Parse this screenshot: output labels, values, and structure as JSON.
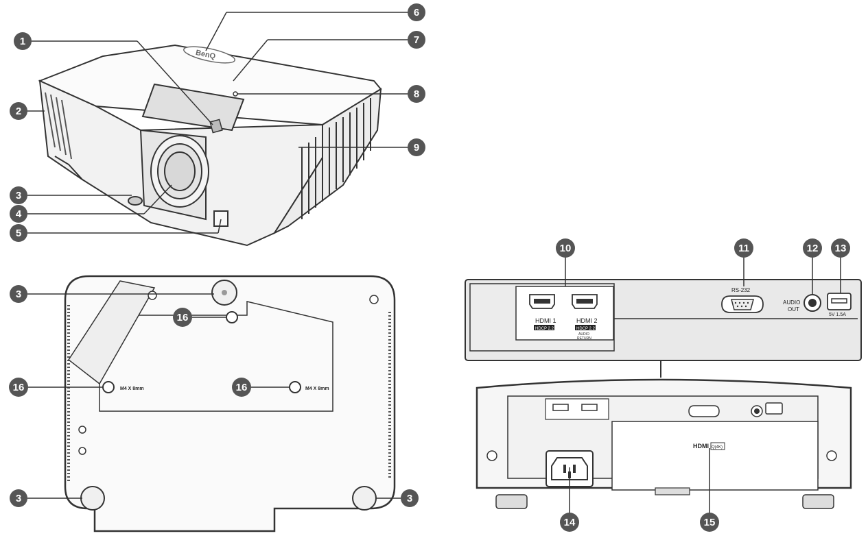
{
  "callouts": [
    "1",
    "2",
    "3",
    "4",
    "5",
    "6",
    "7",
    "8",
    "9",
    "10",
    "11",
    "12",
    "13",
    "14",
    "15",
    "16"
  ],
  "bottom_labels": {
    "screw_left": "M4 X 8mm",
    "screw_right": "M4 X 8mm"
  },
  "rear_panel": {
    "hdmi1": "HDMI 1",
    "hdmi1_sub": "HDCP 2.2",
    "hdmi2": "HDMI 2",
    "hdmi2_sub": "HDCP 2.2",
    "audio_return_1": "AUDIO",
    "audio_return_2": "RETURN",
    "rs232": "RS-232",
    "audio_out_1": "AUDIO",
    "audio_out_2": "OUT",
    "usb": "5V 1.5A",
    "hdmi_logo": "HDMI",
    "hdmi_badge": "Q(4K)"
  },
  "colors": {
    "callout_fill": "#555555",
    "line": "#333333",
    "panel_fill": "#e9e9e9",
    "body_fill": "#fafafa"
  }
}
